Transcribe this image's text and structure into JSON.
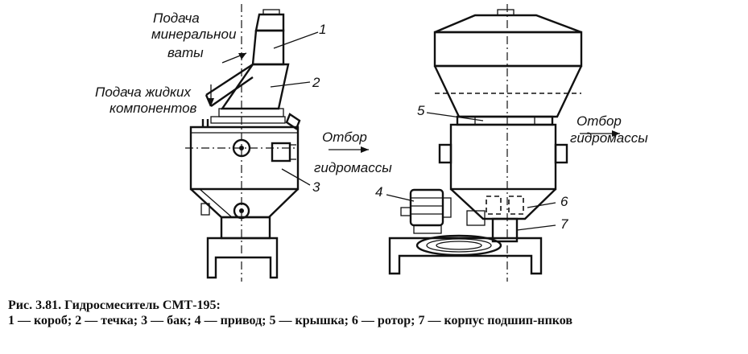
{
  "labels": {
    "mineral_wool_line1": "Подача",
    "mineral_wool_line2": "минеральнои",
    "mineral_wool_line3": "ваты",
    "liquid_line1": "Подача жидких",
    "liquid_line2": "компонентов",
    "hydromass_left_line1": "Отбор",
    "hydromass_left_line2": "гидромассы",
    "hydromass_right_line1": "Отбор",
    "hydromass_right_line2": "гидромассы"
  },
  "numbers": {
    "n1": "1",
    "n2": "2",
    "n3": "3",
    "n4": "4",
    "n5": "5",
    "n6": "6",
    "n7": "7"
  },
  "caption": {
    "title": "Рис. 3.81. Гидросмеситель СМТ-195:",
    "legend": "1 — короб; 2 — течка; 3 — бак; 4 — привод; 5 — крышка; 6 — ротор; 7 — корпус подшип-нпков"
  }
}
